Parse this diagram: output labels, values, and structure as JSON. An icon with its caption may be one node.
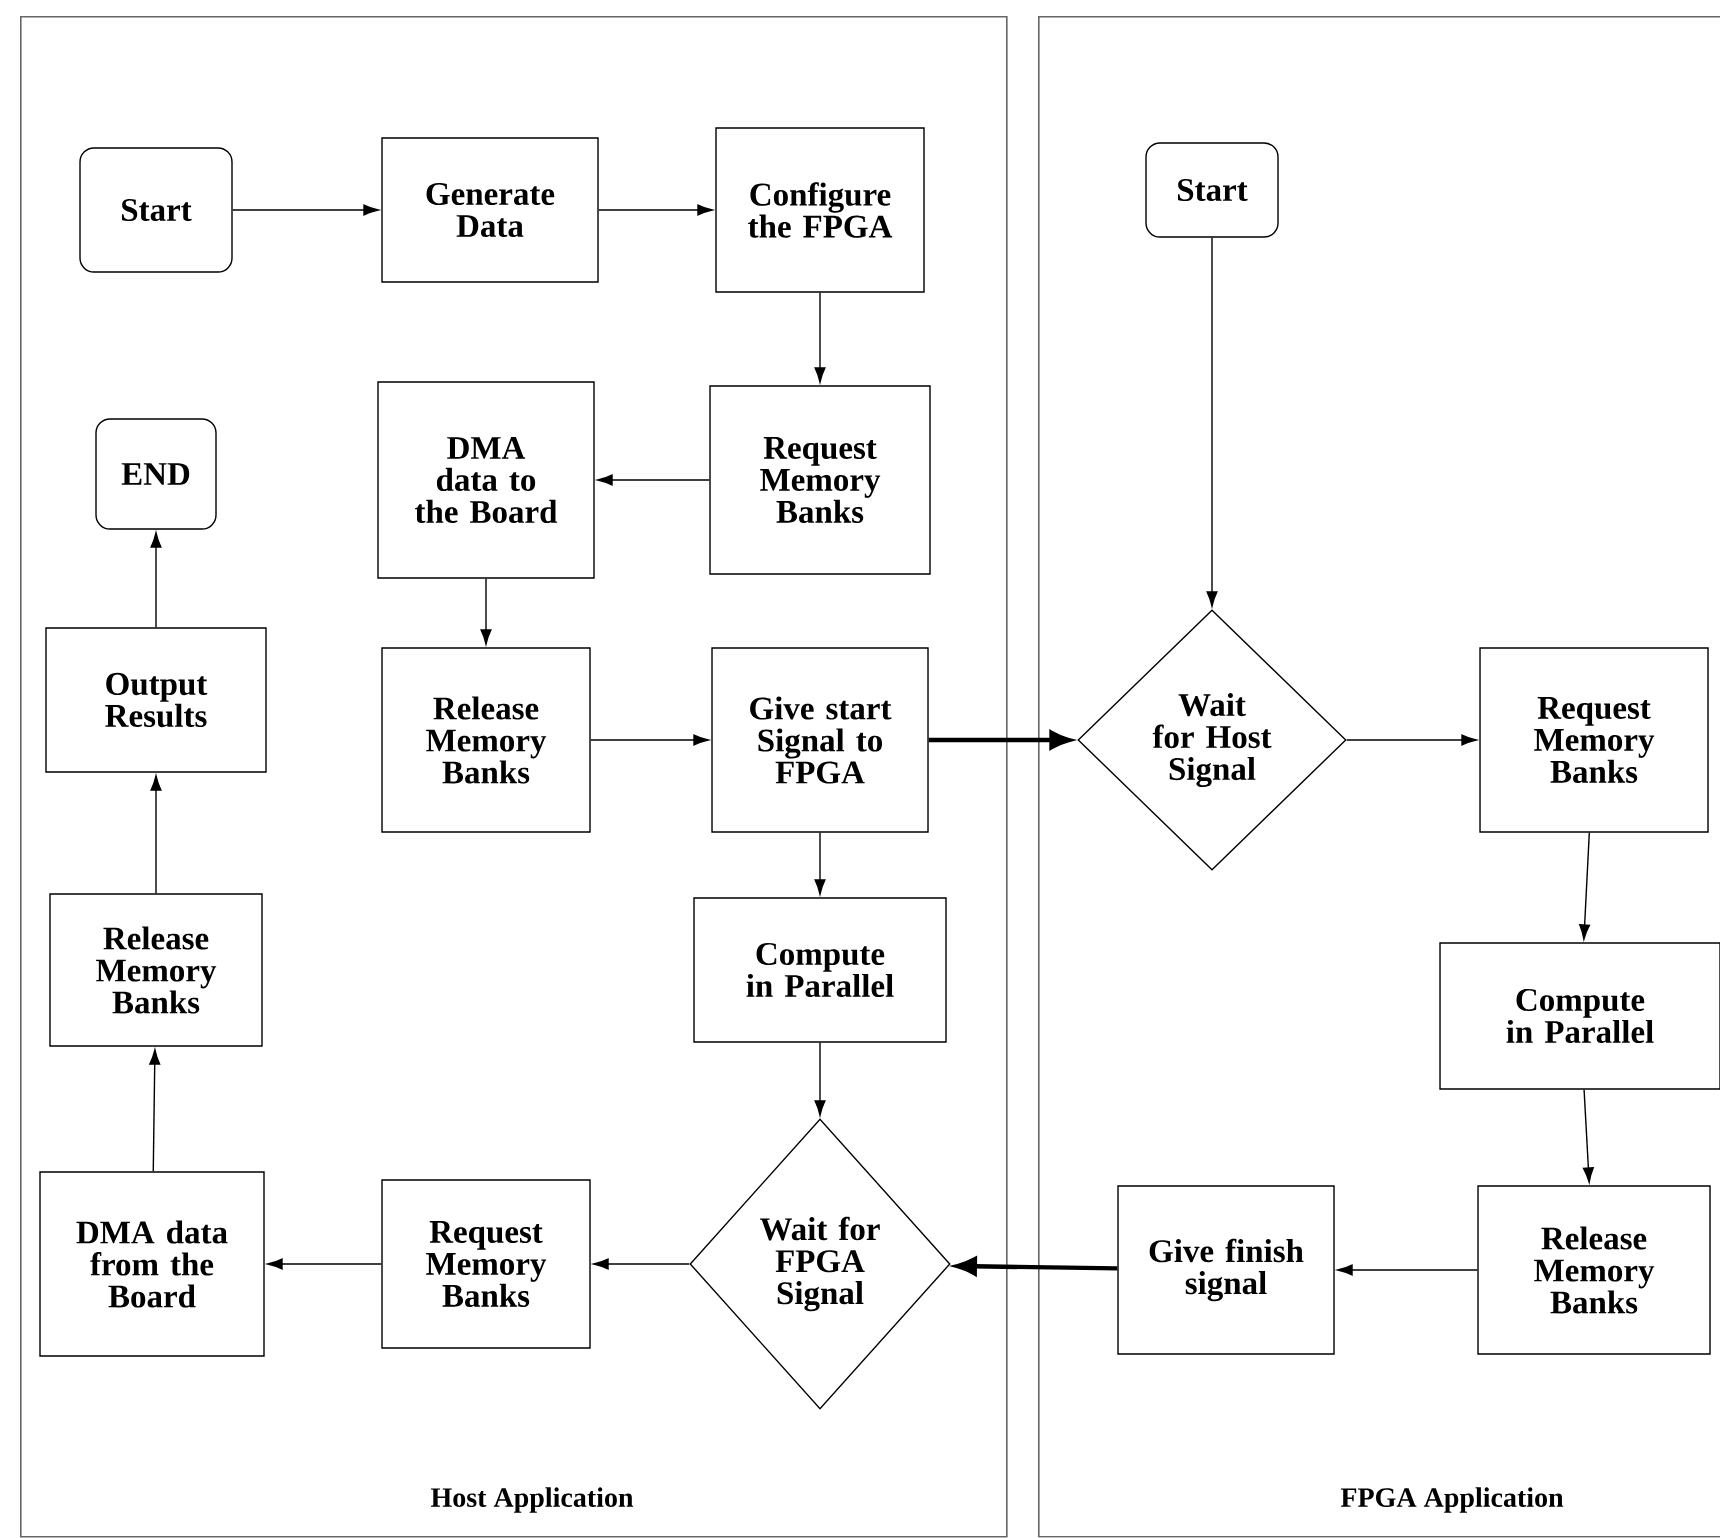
{
  "diagram": {
    "nodes": [
      {
        "text": [
          "Host Application"
        ]
      },
      {
        "text": [
          "FPGA Application"
        ]
      },
      {
        "text": [
          "Start"
        ],
        "in": 0
      },
      {
        "text": [
          "Generate Data"
        ],
        "in": 0
      },
      {
        "text": [
          "Configure the FPGA"
        ],
        "in": 0
      },
      {
        "text": [
          "Request Memory Banks"
        ],
        "in": 0
      },
      {
        "text": [
          "DMA data to the Board"
        ],
        "in": 0
      },
      {
        "text": [
          "Release Memory Banks"
        ],
        "in": 0
      },
      {
        "text": [
          "Give start Signal to FPGA"
        ],
        "in": 0
      },
      {
        "text": [
          "Compute in Parallel"
        ],
        "in": 0
      },
      {
        "text": [
          "Wait for FPGA Signal"
        ],
        "in": 0
      },
      {
        "text": [
          "Request Memory Banks"
        ],
        "in": 0
      },
      {
        "text": [
          "DMA data from the Board"
        ],
        "in": 0
      },
      {
        "text": [
          "Release Memory Banks"
        ],
        "in": 0
      },
      {
        "text": [
          "Output Results"
        ],
        "in": 0
      },
      {
        "text": [
          "END"
        ],
        "in": 0
      },
      {
        "text": [
          "Start"
        ],
        "in": 1
      },
      {
        "text": [
          "Wait for Host Signal"
        ],
        "in": 1
      },
      {
        "text": [
          "Request Memory Banks"
        ],
        "in": 1
      },
      {
        "text": [
          "Compute in Parallel"
        ],
        "in": 1
      },
      {
        "text": [
          "Release Memory Banks"
        ],
        "in": 1
      },
      {
        "text": [
          "Give finish signal"
        ],
        "in": 1
      }
    ],
    "edges": [
      {
        "from": 2,
        "to": 3,
        "arrow": "to"
      },
      {
        "from": 3,
        "to": 4,
        "arrow": "to"
      },
      {
        "from": 4,
        "to": 5,
        "arrow": "to"
      },
      {
        "from": 5,
        "to": 6,
        "arrow": "to"
      },
      {
        "from": 6,
        "to": 7,
        "arrow": "to"
      },
      {
        "from": 7,
        "to": 8,
        "arrow": "to"
      },
      {
        "from": 8,
        "to": 17,
        "arrow": "to",
        "style": "thick"
      },
      {
        "from": 8,
        "to": 9,
        "arrow": "to"
      },
      {
        "from": 9,
        "to": 10,
        "arrow": "to"
      },
      {
        "from": 10,
        "to": 11,
        "arrow": "to"
      },
      {
        "from": 11,
        "to": 12,
        "arrow": "to"
      },
      {
        "from": 12,
        "to": 13,
        "arrow": "to"
      },
      {
        "from": 13,
        "to": 14,
        "arrow": "to"
      },
      {
        "from": 14,
        "to": 15,
        "arrow": "to"
      },
      {
        "from": 16,
        "to": 17,
        "arrow": "to"
      },
      {
        "from": 17,
        "to": 18,
        "arrow": "to"
      },
      {
        "from": 18,
        "to": 19,
        "arrow": "to"
      },
      {
        "from": 19,
        "to": 20,
        "arrow": "to"
      },
      {
        "from": 20,
        "to": 21,
        "arrow": "to"
      },
      {
        "from": 21,
        "to": 10,
        "arrow": "to",
        "style": "thick"
      }
    ]
  }
}
